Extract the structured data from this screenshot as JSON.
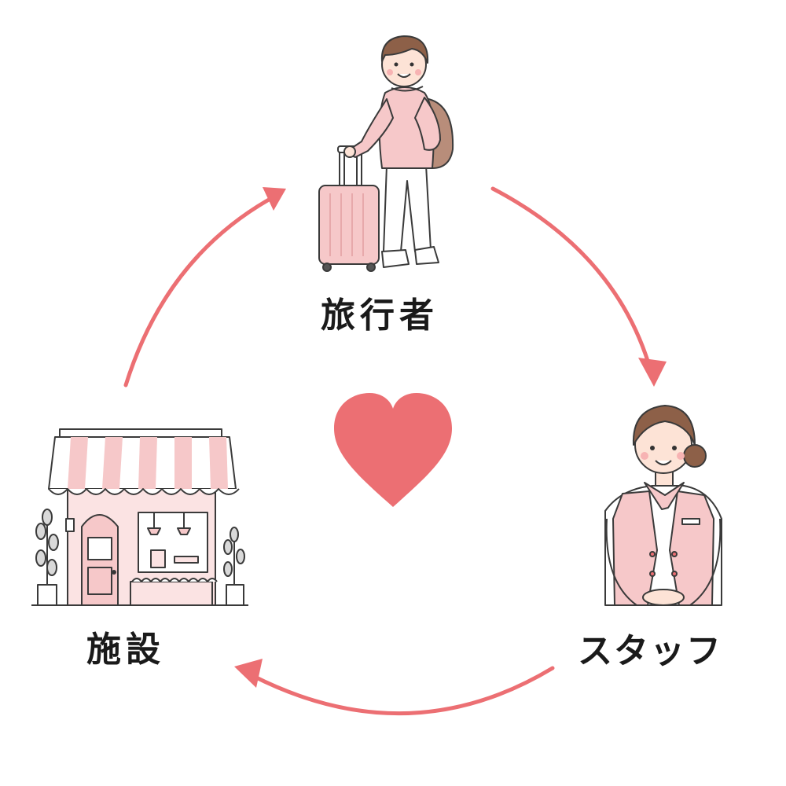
{
  "nodes": {
    "traveler": {
      "label": "旅行者",
      "icon": "traveler-with-suitcase-icon"
    },
    "staff": {
      "label": "スタッフ",
      "icon": "staff-woman-icon"
    },
    "facility": {
      "label": "施設",
      "icon": "shop-building-icon"
    }
  },
  "center": {
    "icon": "heart-icon"
  },
  "colors": {
    "accent": "#ec6f73",
    "pink_fill": "#f6c8c9",
    "pink_light": "#fbe3e3",
    "outline": "#3a3a3a",
    "text": "#1a1a1a"
  }
}
